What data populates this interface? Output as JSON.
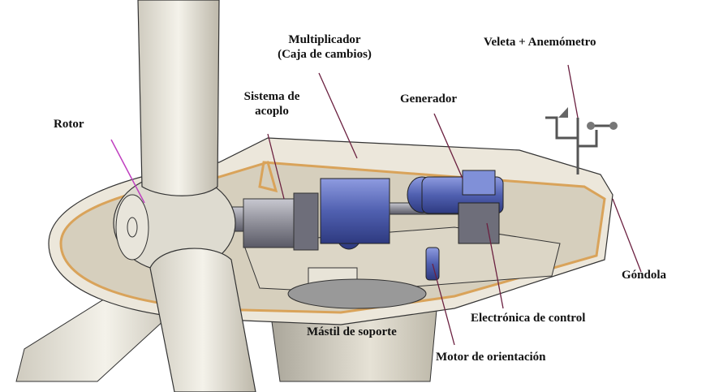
{
  "title": "Partes de un aerogenerador",
  "colors": {
    "nacelle_shell": "#e9e4d8",
    "nacelle_inner": "#d8d1bf",
    "nacelle_trim": "#d9a35a",
    "blade": "#ece9df",
    "machinery_blue": "#5a69b8",
    "machinery_grey": "#8e8e98",
    "leader_line": "#6b2040",
    "rotor_leader": "#c040c0"
  },
  "labels": {
    "rotor": "Rotor",
    "coupling_line1": "Sistema de",
    "coupling_line2": "acoplo",
    "gearbox_line1": "Multiplicador",
    "gearbox_line2": "(Caja de cambios)",
    "generator": "Generador",
    "vane": "Veleta + Anemómetro",
    "nacelle": "Góndola",
    "electronics": "Electrónica de control",
    "mast": "Mástil de soporte",
    "yaw_motor": "Motor de orientación"
  }
}
